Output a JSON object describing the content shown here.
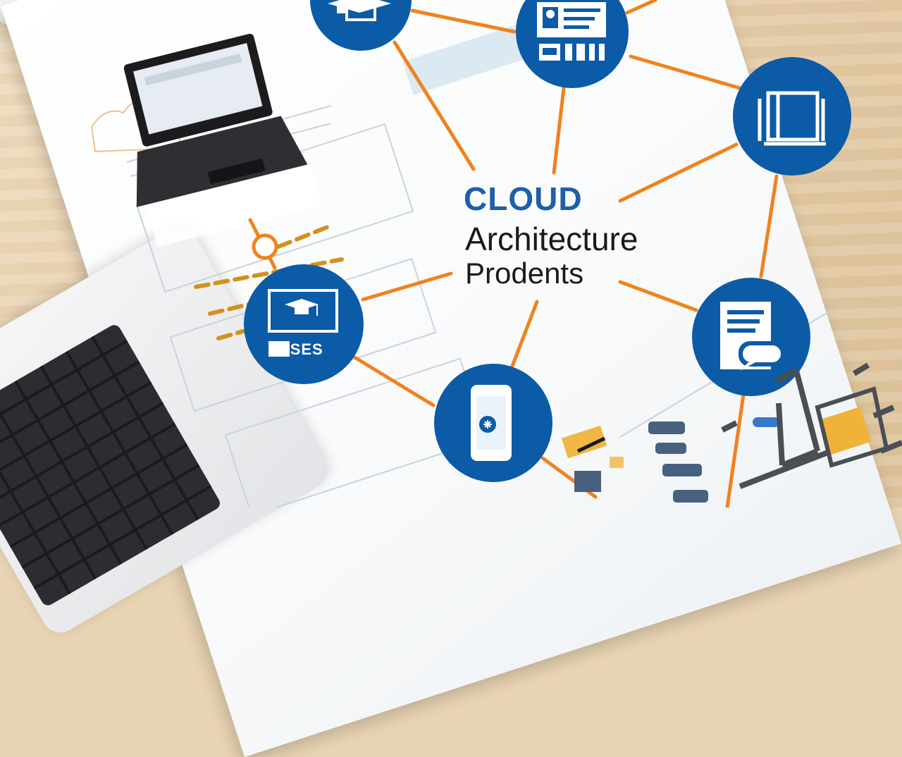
{
  "diagram": {
    "title": "CLOUD",
    "subtitle_line1": "Architecture",
    "subtitle_line2": "Prodents",
    "colors": {
      "node_fill": "#0c5ba6",
      "connector": "#f0821e",
      "title": "#1f5fa8",
      "text": "#1a1a1a",
      "desk": "#e8d3b2"
    },
    "nodes": [
      {
        "name": "graduation-cap-node",
        "icon": "graduation-cap-icon"
      },
      {
        "name": "id-card-node",
        "icon": "id-card-icon"
      },
      {
        "name": "books-node",
        "icon": "books-icon"
      },
      {
        "name": "monitor-course-node",
        "icon": "monitor-graduation-icon",
        "label": "LSES"
      },
      {
        "name": "mobile-node",
        "icon": "smartphone-icon"
      },
      {
        "name": "document-chat-node",
        "icon": "document-chat-icon"
      }
    ]
  }
}
